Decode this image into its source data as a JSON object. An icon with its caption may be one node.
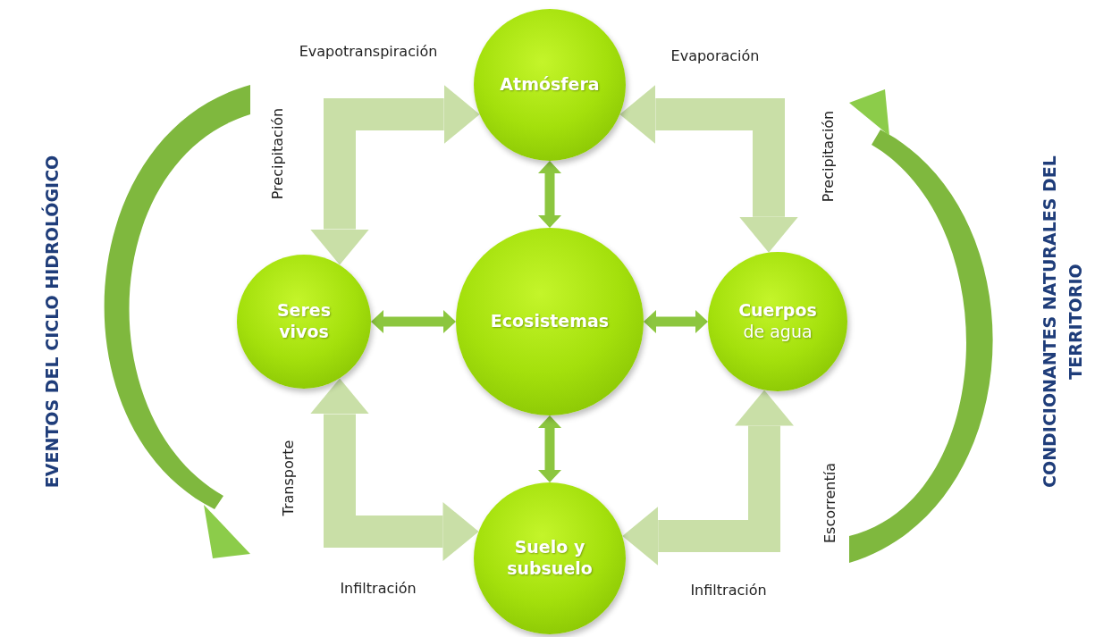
{
  "diagram": {
    "nodes": [
      {
        "text": [
          "Atmósfera"
        ]
      },
      {
        "text": [
          "Seres vivos"
        ]
      },
      {
        "text": [
          "Ecosistemas"
        ]
      },
      {
        "text": [
          "Cuerpos",
          "de agua"
        ]
      },
      {
        "text": [
          "Suelo y subsuelo"
        ]
      }
    ],
    "edges": [
      {
        "from": 1,
        "to": 0,
        "arrow": "both",
        "label": "Evapotranspiración",
        "style": "thick"
      },
      {
        "from": 3,
        "to": 0,
        "arrow": "both",
        "label": "Evaporación",
        "style": "thick"
      },
      {
        "from": 1,
        "to": 4,
        "arrow": "both",
        "label": "Transporte",
        "style": "thick"
      },
      {
        "from": 3,
        "to": 4,
        "arrow": "both",
        "label": "Escorrentía",
        "style": "thick"
      },
      {
        "from": 0,
        "to": 2,
        "arrow": "both",
        "color": "#8cc63f"
      },
      {
        "from": 1,
        "to": 2,
        "arrow": "both",
        "color": "#8cc63f"
      },
      {
        "from": 2,
        "to": 3,
        "arrow": "both",
        "color": "#8cc63f"
      },
      {
        "from": 2,
        "to": 4,
        "arrow": "both",
        "color": "#8cc63f"
      }
    ],
    "labels": [
      "Precipitación",
      "Precipitación",
      "EVENTOS DEL CICLO HIDROLÓGICO",
      "CONDICIONANTES NATURALES DEL TERRITORIO",
      "Infiltración",
      "Infiltración"
    ]
  }
}
